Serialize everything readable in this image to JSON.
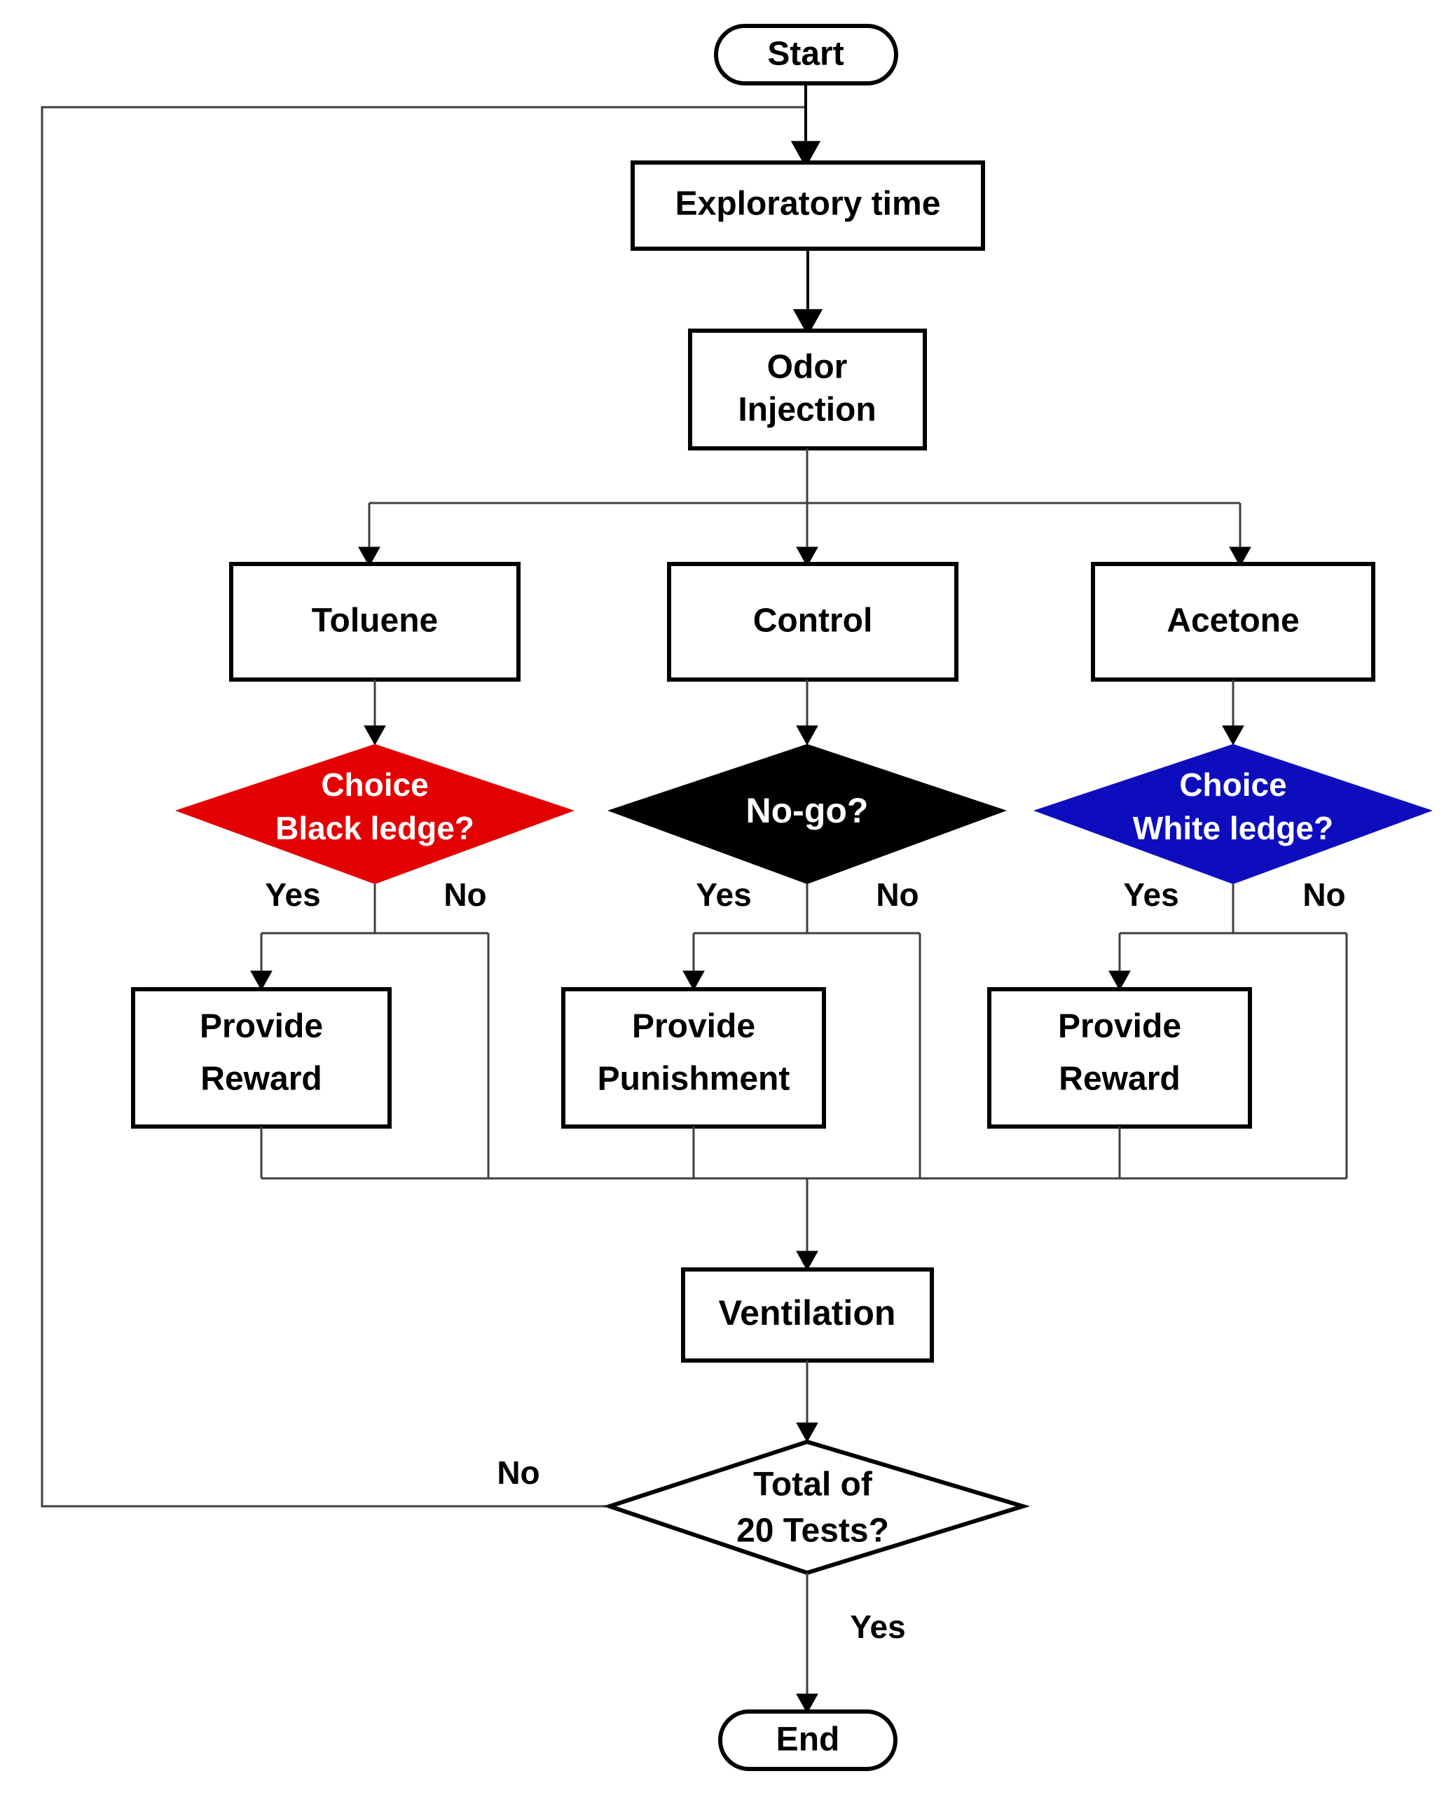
{
  "diagram": {
    "title": "Odor discrimination go/no-go behavioral test flowchart",
    "colors": {
      "red": "#E30000",
      "blue": "#0D0DBE",
      "black": "#000000",
      "white": "#FFFFFF",
      "line": "#000000"
    },
    "nodes": {
      "start": {
        "label": "Start",
        "shape": "terminator"
      },
      "exploratory": {
        "label": "Exploratory time",
        "shape": "process"
      },
      "odor_injection": {
        "label_line1": "Odor",
        "label_line2": "Injection",
        "shape": "process"
      },
      "toluene": {
        "label": "Toluene",
        "shape": "process"
      },
      "control": {
        "label": "Control",
        "shape": "process"
      },
      "acetone": {
        "label": "Acetone",
        "shape": "process"
      },
      "choice_black": {
        "label_line1": "Choice",
        "label_line2": "Black ledge?",
        "shape": "decision",
        "fill": "#E30000",
        "text_color": "#FFFFFF"
      },
      "no_go": {
        "label": "No-go?",
        "shape": "decision",
        "fill": "#000000",
        "text_color": "#FFFFFF"
      },
      "choice_white": {
        "label_line1": "Choice",
        "label_line2": "White ledge?",
        "shape": "decision",
        "fill": "#0D0DBE",
        "text_color": "#FFFFFF"
      },
      "reward_left": {
        "label_line1": "Provide",
        "label_line2": "Reward",
        "shape": "process"
      },
      "punishment": {
        "label_line1": "Provide",
        "label_line2": "Punishment",
        "shape": "process"
      },
      "reward_right": {
        "label_line1": "Provide",
        "label_line2": "Reward",
        "shape": "process"
      },
      "ventilation": {
        "label": "Ventilation",
        "shape": "process"
      },
      "total_tests": {
        "label_line1": "Total of",
        "label_line2": "20 Tests?",
        "shape": "decision",
        "fill": "#FFFFFF",
        "text_color": "#000000"
      },
      "end": {
        "label": "End",
        "shape": "terminator"
      }
    },
    "edge_labels": {
      "black_yes": "Yes",
      "black_no": "No",
      "nogo_yes": "Yes",
      "nogo_no": "No",
      "white_yes": "Yes",
      "white_no": "No",
      "tests_no": "No",
      "tests_yes": "Yes"
    }
  }
}
